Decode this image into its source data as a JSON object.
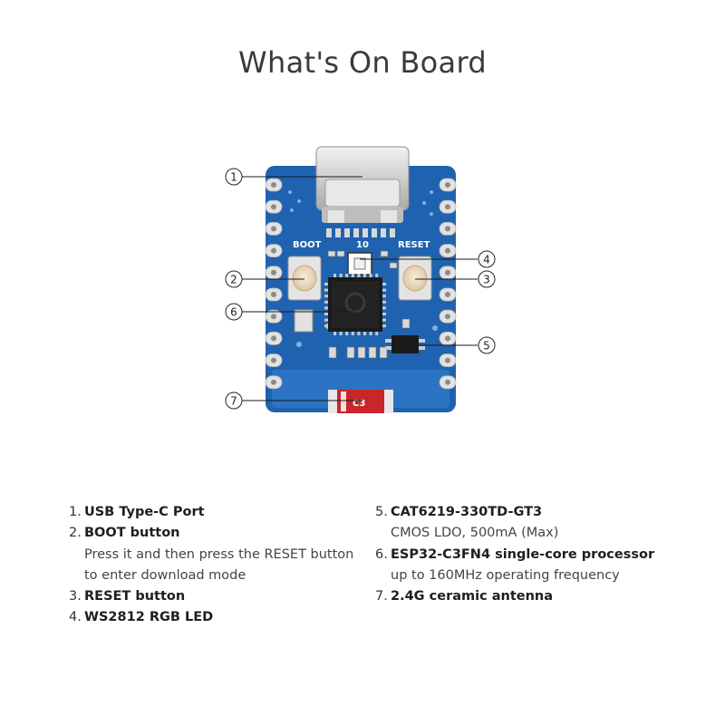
{
  "title": "What's On Board",
  "board": {
    "label_boot": "BOOT",
    "label_reset": "RESET",
    "label_io": "10",
    "label_antenna": "C3",
    "callouts": [
      "1",
      "2",
      "3",
      "4",
      "5",
      "6",
      "7"
    ],
    "colors": {
      "pcb": "#1f63b0",
      "pcb_dark": "#174f8f",
      "pad": "#e2e2e2",
      "usb": "#cfcfcf",
      "antenna": "#c8262b",
      "chip": "#1b1b1b"
    }
  },
  "legend": {
    "left": [
      {
        "num": "1.",
        "name": "USB Type-C Port",
        "desc": ""
      },
      {
        "num": "2.",
        "name": "BOOT button",
        "desc": "Press it and then press the RESET button to enter download mode"
      },
      {
        "num": "3.",
        "name": "RESET button",
        "desc": ""
      },
      {
        "num": "4.",
        "name": "WS2812 RGB LED",
        "desc": ""
      }
    ],
    "right": [
      {
        "num": "5.",
        "name": "CAT6219-330TD-GT3",
        "desc": "CMOS LDO, 500mA (Max)"
      },
      {
        "num": "6.",
        "name": "ESP32-C3FN4 single-core processor",
        "desc": "up to 160MHz operating frequency"
      },
      {
        "num": "7.",
        "name": "2.4G ceramic antenna",
        "desc": ""
      }
    ]
  }
}
